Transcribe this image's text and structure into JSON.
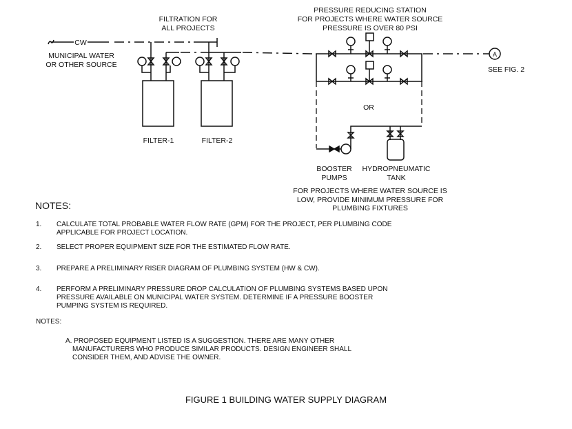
{
  "diagram": {
    "source_pipe_label": "CW",
    "source_label": [
      "MUNICIPAL WATER",
      "OR OTHER SOURCE"
    ],
    "filtration_label": [
      "FILTRATION FOR",
      "ALL PROJECTS"
    ],
    "filters": [
      "FILTER-1",
      "FILTER-2"
    ],
    "prv_label": [
      "PRESSURE REDUCING STATION",
      "FOR PROJECTS WHERE WATER SOURCE",
      "PRESSURE IS OVER 80 PSI"
    ],
    "or_label": "OR",
    "booster_label": [
      "BOOSTER",
      "PUMPS"
    ],
    "tank_label": [
      "HYDROPNEUMATIC",
      "TANK"
    ],
    "low_pressure_label": [
      "FOR PROJECTS WHERE WATER SOURCE IS",
      "LOW, PROVIDE MINIMUM PRESSURE FOR",
      "PLUMBING FIXTURES"
    ],
    "connector_label": "A",
    "see_fig": "SEE FIG. 2"
  },
  "notes": {
    "heading": "NOTES:",
    "items": [
      {
        "num": "1.",
        "text": "CALCULATE TOTAL PROBABLE WATER FLOW RATE (GPM) FOR THE PROJECT, PER PLUMBING CODE APPLICABLE FOR PROJECT LOCATION."
      },
      {
        "num": "2.",
        "text": "SELECT PROPER EQUIPMENT SIZE FOR THE ESTIMATED FLOW RATE."
      },
      {
        "num": "3.",
        "text": "PREPARE A PRELIMINARY RISER DIAGRAM OF PLUMBING SYSTEM (HW & CW)."
      },
      {
        "num": "4.",
        "text": "PERFORM A PRELIMINARY PRESSURE DROP CALCULATION OF PLUMBING SYSTEMS BASED UPON PRESSURE AVAILABLE ON MUNICIPAL WATER SYSTEM. DETERMINE IF A PRESSURE BOOSTER PUMPING SYSTEM IS REQUIRED."
      }
    ],
    "heading2": "NOTES:",
    "note_a": "A. PROPOSED EQUIPMENT LISTED IS A SUGGESTION. THERE ARE MANY OTHER MANUFACTURERS WHO PRODUCE SIMILAR PRODUCTS. DESIGN ENGINEER SHALL CONSIDER THEM, AND ADVISE THE OWNER."
  },
  "caption": "FIGURE 1 BUILDING WATER SUPPLY DIAGRAM"
}
